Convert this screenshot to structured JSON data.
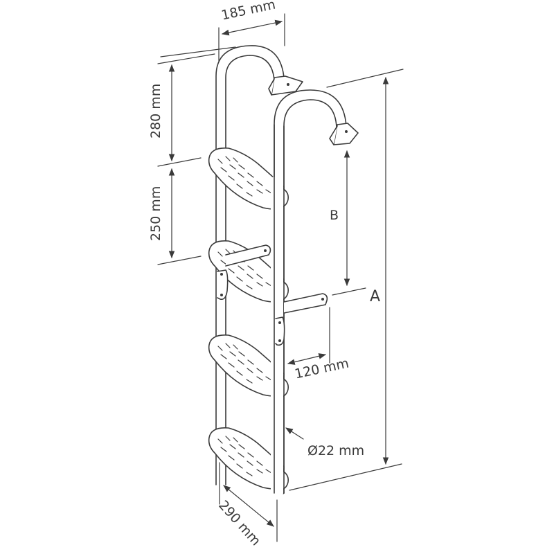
{
  "diagram": {
    "subject": "Stainless steel folding boarding ladder, 4 steps",
    "colors": {
      "line": "#3a3a3a",
      "background": "#ffffff",
      "fill": "#ffffff"
    },
    "dimensions": {
      "hook_width": "185 mm",
      "hook_height": "280 mm",
      "step_spacing": "250 mm",
      "standoff_length": "120 mm",
      "tube_diameter": "Ø22 mm",
      "step_width": "290 mm",
      "overall_length_label": "A",
      "hook_to_standoff_label": "B"
    },
    "components": [
      "left-rail",
      "right-rail",
      "left-hook",
      "right-hook",
      "hook-bracket-left",
      "hook-bracket-right",
      "step-1",
      "step-2",
      "step-3",
      "step-4",
      "standoff-upper",
      "standoff-lower",
      "hinge-left",
      "hinge-right"
    ],
    "step_count": 4
  }
}
